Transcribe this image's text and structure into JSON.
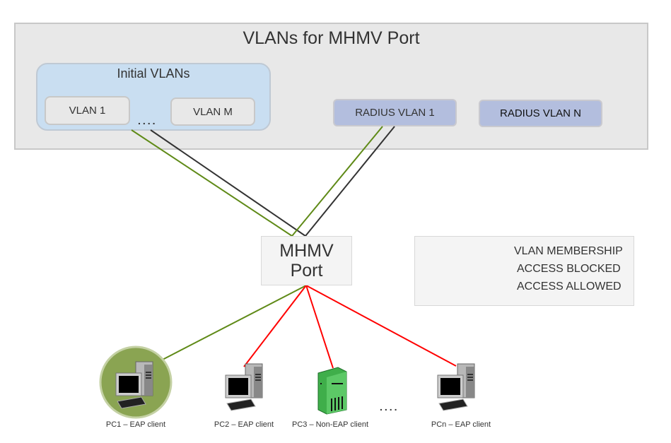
{
  "diagram": {
    "title": "VLANs for MHMV Port",
    "initial_vlans": {
      "title": "Initial VLANs",
      "items": [
        "VLAN 1",
        "VLAN M"
      ],
      "ellipsis": "...."
    },
    "radius_vlans": [
      "RADIUS VLAN 1",
      "RADIUS VLAN N"
    ],
    "port": {
      "line1": "MHMV",
      "line2": "Port"
    },
    "legend": [
      {
        "label": "VLAN MEMBERSHIP",
        "color": "#333333"
      },
      {
        "label": "ACCESS BLOCKED",
        "color": "#ff0000"
      },
      {
        "label": "ACCESS ALLOWED",
        "color": "#5f8a17"
      }
    ],
    "clients": [
      {
        "label": "PC1 – EAP client",
        "type": "desktop",
        "access": "allowed",
        "highlighted": true
      },
      {
        "label": "PC2 – EAP client",
        "type": "desktop",
        "access": "blocked"
      },
      {
        "label": "PC3 – Non-EAP client",
        "type": "server",
        "access": "blocked"
      },
      {
        "label": "PCn – EAP client",
        "type": "desktop",
        "access": "blocked"
      }
    ],
    "clients_ellipsis": "....",
    "connections": [
      {
        "from": "Initial VLANs",
        "to": "MHMV Port",
        "kinds": [
          "membership",
          "allowed"
        ]
      },
      {
        "from": "RADIUS VLAN 1",
        "to": "MHMV Port",
        "kinds": [
          "membership",
          "allowed"
        ]
      }
    ],
    "colors": {
      "membership": "#333333",
      "blocked": "#ff0000",
      "allowed": "#5f8a17",
      "highlight_circle": "#8aa452",
      "initial_group_bg": "#c9def1",
      "radius_bg": "#b3bede",
      "outer_bg": "#e8e8e8"
    }
  }
}
